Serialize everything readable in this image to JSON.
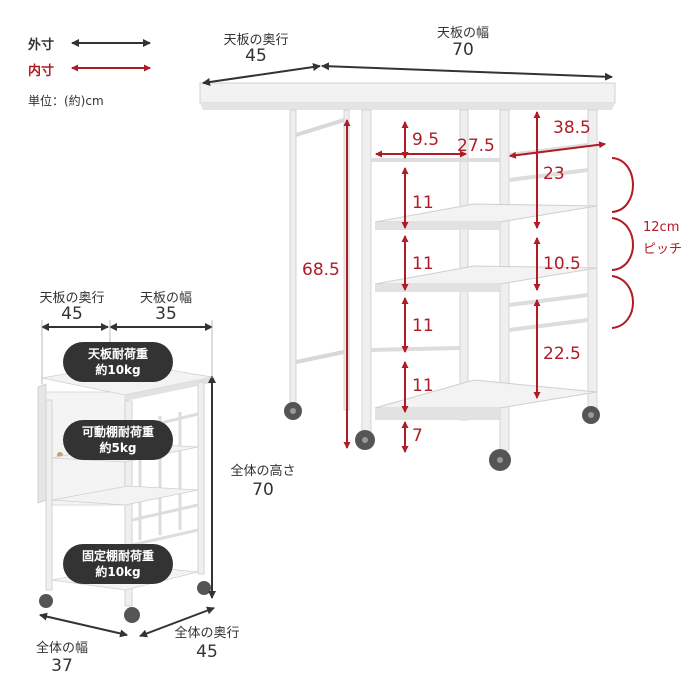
{
  "legend": {
    "outer_label": "外寸",
    "inner_label": "内寸",
    "unit_label": "単位：(約)cm"
  },
  "colors": {
    "outer_arrow": "#333333",
    "inner_arrow": "#b01b25",
    "furniture": "#eeeeee",
    "badge_bg": "#333333"
  },
  "large_view": {
    "top_depth_label": "天板の奥行",
    "top_depth_value": "45",
    "top_width_label": "天板の幅",
    "top_width_value": "70",
    "height_value": "68.5",
    "inner_dims": [
      "9.5",
      "27.5",
      "38.5",
      "23",
      "11",
      "11",
      "10.5",
      "11",
      "22.5",
      "11",
      "7"
    ],
    "pitch_label_1": "12cm",
    "pitch_label_2": "ピッチ"
  },
  "small_view": {
    "top_depth_label": "天板の奥行",
    "top_depth_value": "45",
    "top_width_label": "天板の幅",
    "top_width_value": "35",
    "total_height_label": "全体の高さ",
    "total_height_value": "70",
    "total_width_label": "全体の幅",
    "total_width_value": "37",
    "total_depth_label": "全体の奥行",
    "total_depth_value": "45"
  },
  "badges": {
    "top_load_1": "天板耐荷重",
    "top_load_2": "約10kg",
    "movable_shelf_1": "可動棚耐荷重",
    "movable_shelf_2": "約5kg",
    "fixed_shelf_1": "固定棚耐荷重",
    "fixed_shelf_2": "約10kg"
  }
}
